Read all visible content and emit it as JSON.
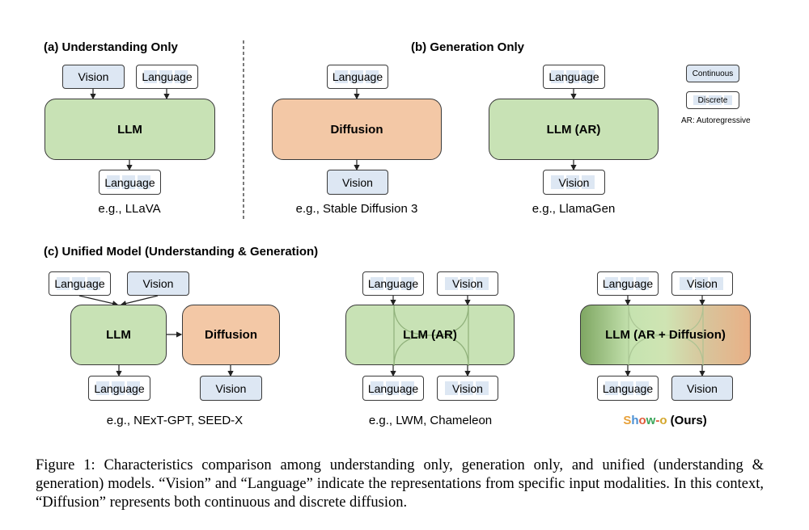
{
  "sections": {
    "a": {
      "title": "(a) Understanding Only",
      "inputs": [
        "Vision",
        "Language"
      ],
      "model": "LLM",
      "output": "Language",
      "example": "e.g., LLaVA"
    },
    "b": {
      "title": "(b) Generation Only",
      "left": {
        "input": "Language",
        "model": "Diffusion",
        "output": "Vision",
        "example": "e.g., Stable Diffusion 3"
      },
      "right": {
        "input": "Language",
        "model": "LLM (AR)",
        "output": "Vision",
        "example": "e.g., LlamaGen"
      }
    },
    "c": {
      "title": "(c) Unified Model (Understanding & Generation)",
      "left": {
        "inputs": [
          "Language",
          "Vision"
        ],
        "model1": "LLM",
        "model2": "Diffusion",
        "outputs": [
          "Language",
          "Vision"
        ],
        "example": "e.g., NExT-GPT, SEED-X"
      },
      "middle": {
        "inputs": [
          "Language",
          "Vision"
        ],
        "model": "LLM (AR)",
        "outputs": [
          "Language",
          "Vision"
        ],
        "example": "e.g., LWM, Chameleon"
      },
      "right": {
        "inputs": [
          "Language",
          "Vision"
        ],
        "model": "LLM (AR + Diffusion)",
        "outputs": [
          "Language",
          "Vision"
        ],
        "example_brand": [
          "S",
          "h",
          "o",
          "w",
          "-",
          "o"
        ],
        "example_suffix": " (Ours)"
      }
    }
  },
  "legend": {
    "continuous": "Continuous",
    "discrete": "Discrete",
    "note": "AR: Autoregressive"
  },
  "colors": {
    "llm_green": "#c8e2b5",
    "diffusion_orange": "#f3c8a6",
    "continuous_blue": "#dde7f3",
    "showo_letters": [
      "#e8a13a",
      "#4a8fd4",
      "#e05a3a",
      "#3aa55a",
      "#e05a3a",
      "#d4a72c"
    ]
  },
  "caption": "Figure 1: Characteristics comparison among understanding only, generation only, and unified (understanding & generation) models. “Vision” and “Language” indicate the representations from specific input modalities. In this context, “Diffusion” represents both continuous and discrete diffusion."
}
